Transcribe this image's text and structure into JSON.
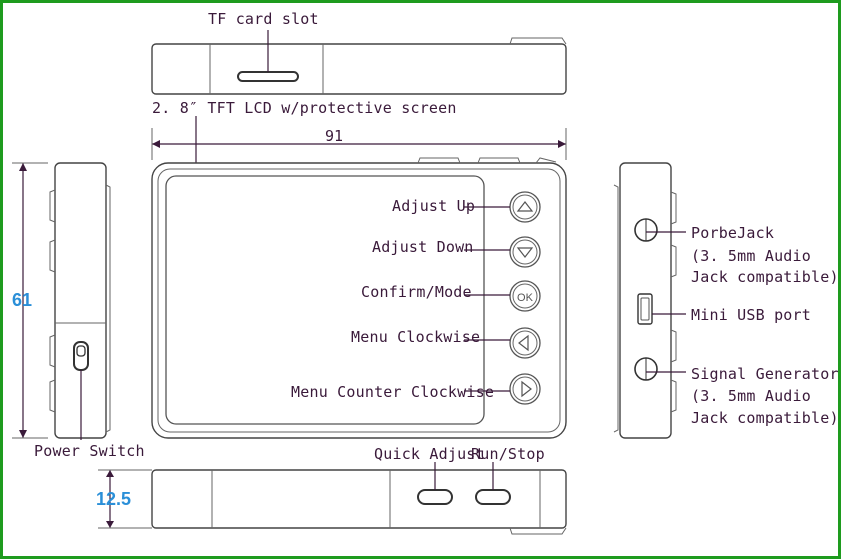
{
  "labels": {
    "tf_card_slot": "TF card slot",
    "lcd": "2. 8″ TFT LCD w/protective screen",
    "adjust_up": "Adjust Up",
    "adjust_down": "Adjust Down",
    "confirm_mode": "Confirm/Mode",
    "menu_clockwise": "Menu Clockwise",
    "menu_counter_clockwise": "Menu Counter Clockwise",
    "power_switch": "Power Switch",
    "quick_adjust": "Quick Adjust",
    "run_stop": "Run/Stop",
    "probe_jack": "PorbeJack",
    "probe_jack_note1": "(3. 5mm Audio",
    "probe_jack_note2": "Jack compatible)",
    "mini_usb": "Mini USB port",
    "signal_generator": "Signal Generator",
    "signal_generator_note1": "(3. 5mm Audio",
    "signal_generator_note2": "Jack compatible)",
    "ok_glyph": "OK"
  },
  "dimensions": {
    "width": "91",
    "height": "61",
    "depth": "12.5"
  },
  "colors": {
    "frame": "#1e9b1e",
    "dimension_text": "#2a8fd8",
    "label_text": "#3a1a3a"
  }
}
